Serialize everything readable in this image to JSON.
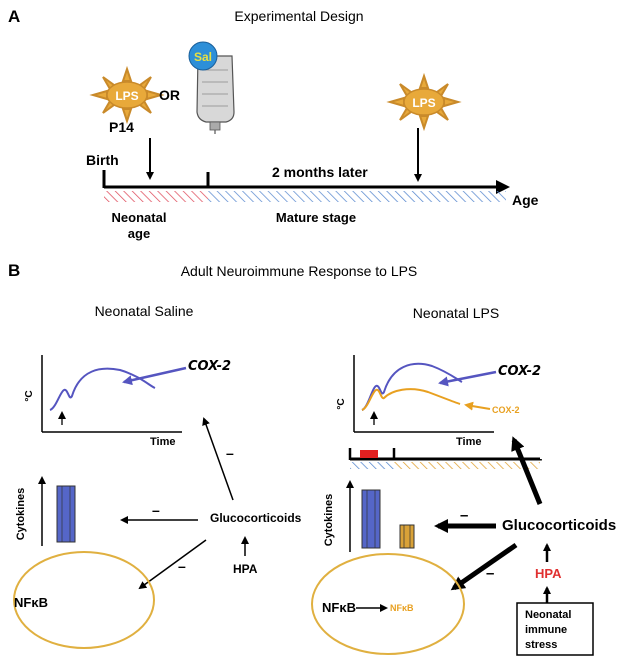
{
  "panel_a": {
    "letter": "A",
    "title": "Experimental Design",
    "lps_label": "LPS",
    "or_label": "OR",
    "sal_label": "Sal",
    "p14_label": "P14",
    "birth_label": "Birth",
    "later_label": "2 months later",
    "neonatal_age_line1": "Neonatal",
    "neonatal_age_line2": "age",
    "mature_label": "Mature stage",
    "age_label": "Age"
  },
  "panel_b": {
    "letter": "B",
    "title": "Adult Neuroimmune Response to LPS",
    "left": {
      "title": "Neonatal Saline",
      "cox2": "COX-2",
      "y_axis": "°C",
      "x_axis": "Time",
      "cytokines": "Cytokines",
      "glucocorticoids": "Glucocorticoids",
      "hpa": "HPA",
      "nfkb": "NFκB",
      "minus": "–"
    },
    "right": {
      "title": "Neonatal LPS",
      "cox2_blue": "COX-2",
      "cox2_orange": "COX-2",
      "y_axis": "°C",
      "x_axis": "Time",
      "cytokines": "Cytokines",
      "glucocorticoids": "Glucocorticoids",
      "hpa": "HPA",
      "nfkb": "NFκB",
      "nfkb_orange": "NFκB",
      "stress_line1": "Neonatal",
      "stress_line2": "immune",
      "stress_line3": "stress",
      "minus": "–"
    }
  },
  "colors": {
    "lps_fill": "#e8a93a",
    "lps_rays": "#c98a2a",
    "blue_curve": "#5555c0",
    "orange_curve": "#e8a020",
    "ellipse": "#e0b040",
    "bar_blue": "#5566c8",
    "bar_orange": "#d9a238",
    "hpa_red": "#e03030",
    "neonatal_hatch": "#e05060",
    "mature_hatch": "#5a8ad0",
    "sal_circle": "#2d8fd8",
    "sal_text": "#e8e040"
  }
}
